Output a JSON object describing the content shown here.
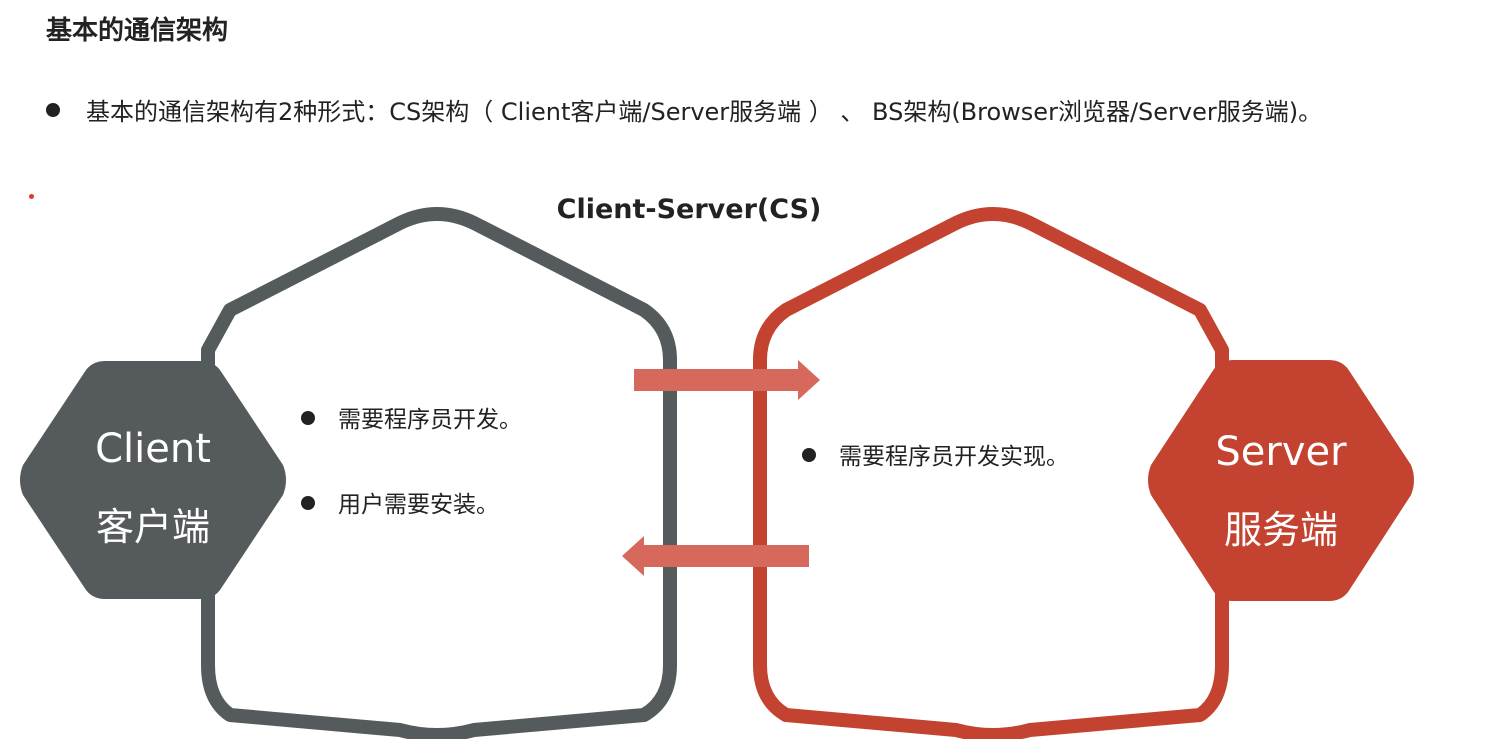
{
  "heading": "基本的通信架构",
  "intro": "基本的通信架构有2种形式：CS架构（ Client客户端/Server服务端 ） 、 BS架构(Browser浏览器/Server服务端)。",
  "diagram": {
    "title": "Client-Server(CS)",
    "client": {
      "label_en": "Client",
      "label_cn": "客户端",
      "points": [
        "需要程序员开发。",
        "用户需要安装。"
      ]
    },
    "server": {
      "label_en": "Server",
      "label_cn": "服务端",
      "points": [
        "需要程序员开发实现。"
      ]
    }
  },
  "colors": {
    "client_dark": "#555b5c",
    "server_red": "#c44230",
    "arrow": "#d7695c",
    "text": "#222222"
  },
  "icons": [
    "bullet-dot-icon",
    "arrow-right-icon",
    "arrow-left-icon"
  ]
}
